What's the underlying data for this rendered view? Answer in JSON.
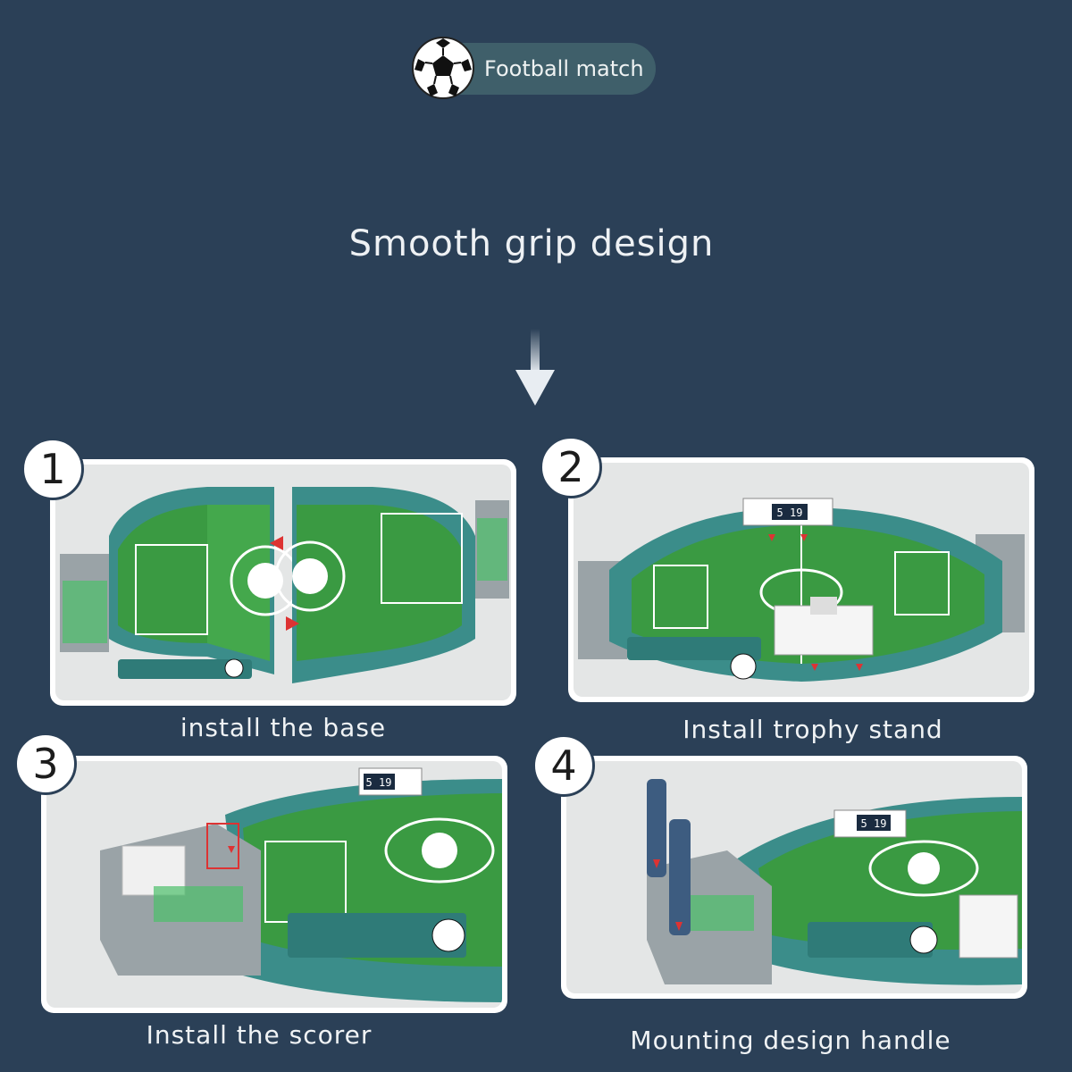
{
  "header": {
    "badge_label": "Football match",
    "badge_icon": "soccer-ball-icon"
  },
  "heading": "Smooth grip design",
  "arrow_icon": "arrow-down-icon",
  "steps": [
    {
      "number": "1",
      "caption": "install the base"
    },
    {
      "number": "2",
      "caption": "Install trophy stand"
    },
    {
      "number": "3",
      "caption": "Install the scorer"
    },
    {
      "number": "4",
      "caption": "Mounting design handle"
    }
  ],
  "colors": {
    "background": "#2b4057",
    "pill": "#3f5f6a",
    "field": "#3a9a42",
    "frame": "#3b8d8a"
  }
}
